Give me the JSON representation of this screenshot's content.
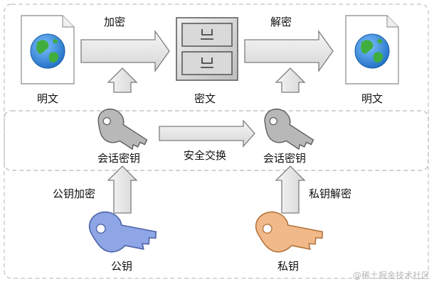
{
  "labels": {
    "encrypt": "加密",
    "decrypt": "解密",
    "plaintext_left": "明文",
    "ciphertext": "密文",
    "plaintext_right": "明文",
    "session_key_left": "会话密钥",
    "secure_exchange": "安全交换",
    "session_key_right": "会话密钥",
    "public_key_encrypt": "公钥加密",
    "private_key_decrypt": "私钥解密",
    "public_key": "公钥",
    "private_key": "私钥"
  },
  "watermark": "@稀土掘金技术社区",
  "colors": {
    "dashed_border": "#b9b9b9",
    "arrow_fill": "#e6e6e6",
    "arrow_stroke": "#7d7d7d",
    "session_key_fill": "#b8b8b8",
    "public_key_fill": "#8fa6e6",
    "private_key_fill": "#f1b98a",
    "globe_ocean": "#2f8be0",
    "globe_land": "#3fae3f"
  },
  "icons": {
    "document": "globe-document-icon",
    "cabinet": "file-cabinet-icon",
    "key": "key-icon"
  }
}
